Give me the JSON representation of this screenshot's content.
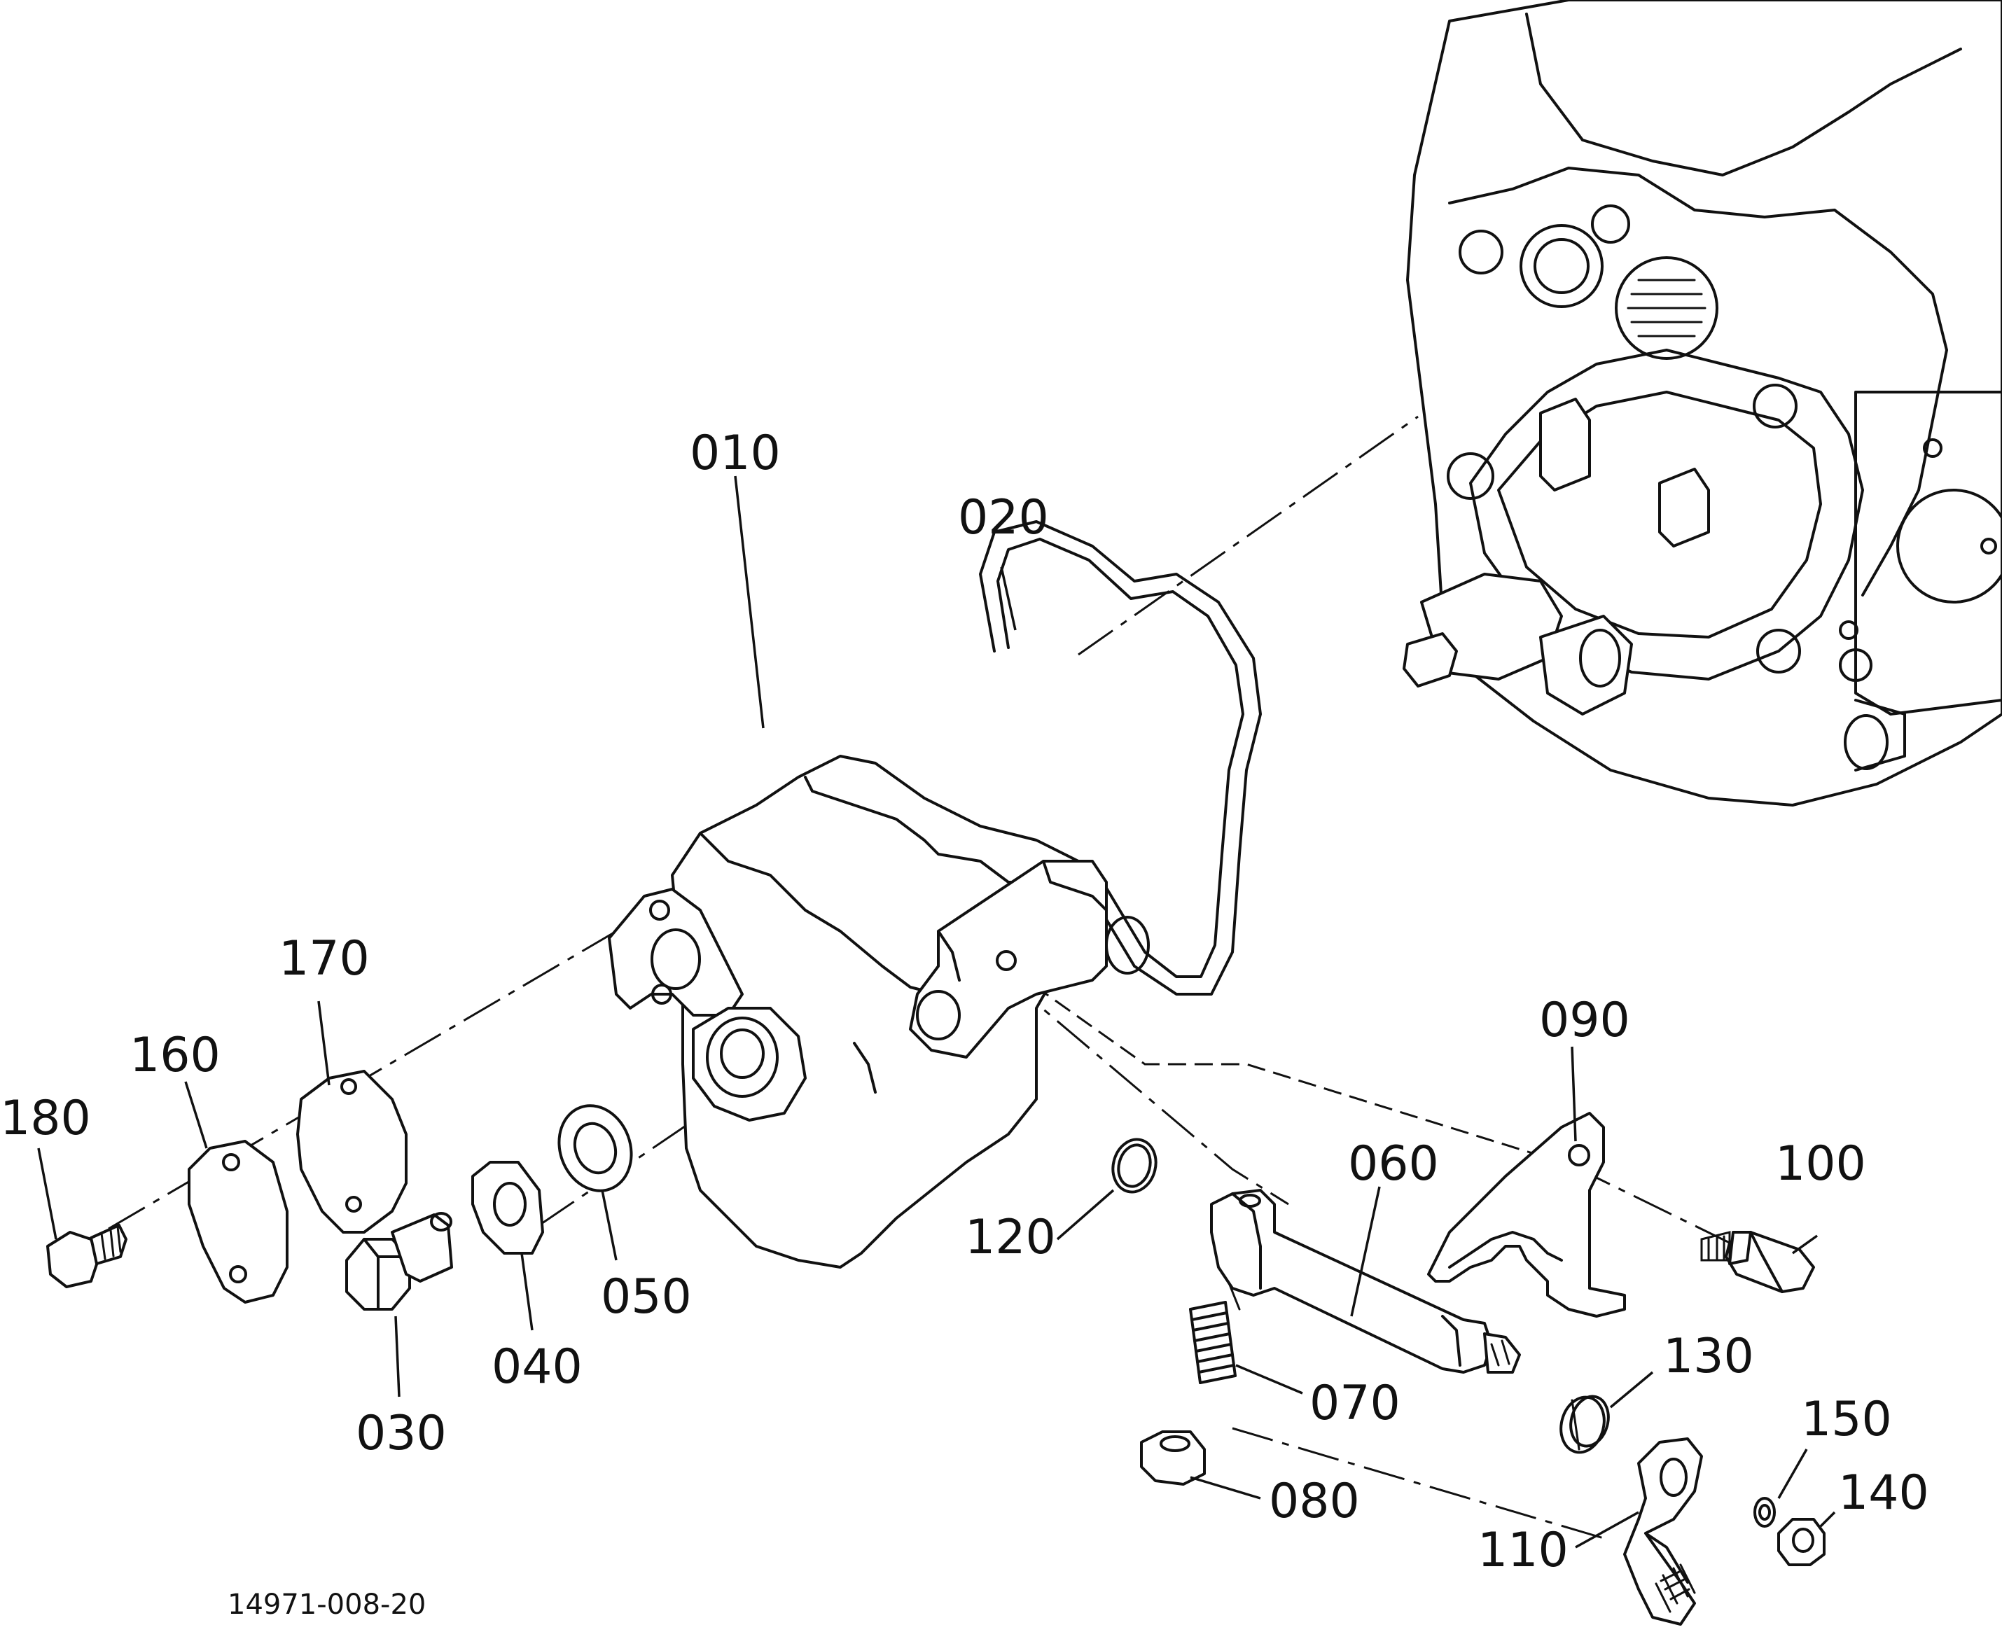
{
  "drawing_code": "14971-008-20",
  "labels": {
    "p010": "010",
    "p020": "020",
    "p030": "030",
    "p040": "040",
    "p050": "050",
    "p060": "060",
    "p070": "070",
    "p080": "080",
    "p090": "090",
    "p100": "100",
    "p110": "110",
    "p120": "120",
    "p130": "130",
    "p140": "140",
    "p150": "150",
    "p160": "160",
    "p170": "170",
    "p180": "180"
  },
  "parts": [
    {
      "ref": "010",
      "icon": "pump-body"
    },
    {
      "ref": "020",
      "icon": "gasket"
    },
    {
      "ref": "030",
      "icon": "plug-bolt"
    },
    {
      "ref": "040",
      "icon": "washer"
    },
    {
      "ref": "050",
      "icon": "washer"
    },
    {
      "ref": "060",
      "icon": "shaft"
    },
    {
      "ref": "070",
      "icon": "spring"
    },
    {
      "ref": "080",
      "icon": "nut"
    },
    {
      "ref": "090",
      "icon": "bracket"
    },
    {
      "ref": "100",
      "icon": "bolt"
    },
    {
      "ref": "110",
      "icon": "lever"
    },
    {
      "ref": "120",
      "icon": "o-ring"
    },
    {
      "ref": "130",
      "icon": "spring-washer"
    },
    {
      "ref": "140",
      "icon": "nut"
    },
    {
      "ref": "150",
      "icon": "washer"
    },
    {
      "ref": "160",
      "icon": "cover-plate"
    },
    {
      "ref": "170",
      "icon": "gasket"
    },
    {
      "ref": "180",
      "icon": "bolt"
    }
  ]
}
